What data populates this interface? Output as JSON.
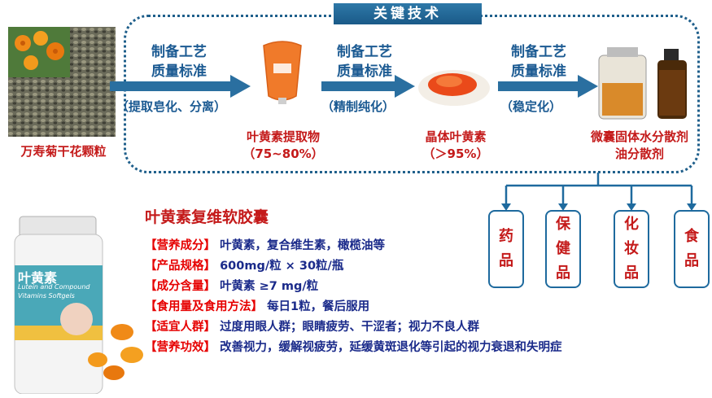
{
  "banner": "关键技术",
  "steps": [
    {
      "line1": "制备工艺",
      "line2": "质量标准",
      "paren": "（提取皂化、分离）"
    },
    {
      "line1": "制备工艺",
      "line2": "质量标准",
      "paren": "（精制纯化）"
    },
    {
      "line1": "制备工艺",
      "line2": "质量标准",
      "paren": "（稳定化）"
    }
  ],
  "source_label": "万寿菊干花颗粒",
  "products": [
    {
      "name": "叶黄素提取物",
      "purity": "（75~80%）"
    },
    {
      "name": "晶体叶黄素",
      "purity": "（＞95%）"
    },
    {
      "name": "微囊固体水分散剂",
      "name2": "油分散剂"
    }
  ],
  "applications": [
    [
      "药",
      "品"
    ],
    [
      "保",
      "健",
      "品"
    ],
    [
      "化",
      "妆",
      "品"
    ],
    [
      "食",
      "品"
    ]
  ],
  "product_title": "叶黄素复维软胶囊",
  "bottle": {
    "brand": "叶黄素",
    "en1": "Lutein and Compound",
    "en2": "Vitamins Softgels"
  },
  "info_rows": [
    {
      "label": "【营养成分】",
      "text": "叶黄素，复合维生素，橄榄油等"
    },
    {
      "label": "【产品规格】",
      "text": "600mg/粒 × 30粒/瓶"
    },
    {
      "label": "【成分含量】",
      "text": "叶黄素 ≥7 mg/粒"
    },
    {
      "label": "【食用量及食用方法】",
      "text": "每日1粒，餐后服用"
    },
    {
      "label": "【适宜人群】",
      "text": "过度用眼人群；眼睛疲劳、干涩者；视力不良人群"
    },
    {
      "label": "【营养功效】",
      "text": "改善视力，缓解视疲劳，延缓黄斑退化等引起的视力衰退和失明症"
    }
  ],
  "colors": {
    "frame": "#1f5f8b",
    "arrow": "#2a6fa0",
    "process_text": "#1b5a92",
    "product_text": "#c41a1a",
    "info_text": "#1a2a8a",
    "info_label": "#e60000"
  }
}
